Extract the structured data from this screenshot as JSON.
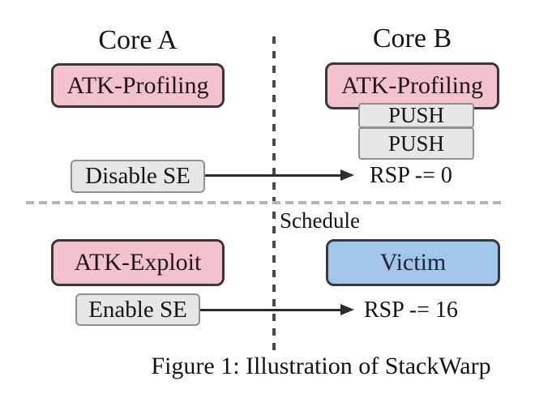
{
  "figure": {
    "caption": "Figure 1: Illustration of StackWarp",
    "schedule_label": "Schedule",
    "core_a": {
      "title": "Core A",
      "atk_profiling": "ATK-Profiling",
      "disable_se": "Disable SE",
      "atk_exploit": "ATK-Exploit",
      "enable_se": "Enable SE"
    },
    "core_b": {
      "title": "Core B",
      "atk_profiling": "ATK-Profiling",
      "push_top": "PUSH",
      "push_bottom": "PUSH",
      "rsp_zero": "RSP -= 0",
      "victim": "Victim",
      "rsp_sixteen": "RSP -= 16"
    },
    "colors": {
      "background": "#ffffff",
      "attacker_box_fill": "#f2c3cd",
      "attacker_box_border": "#40343a",
      "action_box_fill": "#e6e6e6",
      "action_box_border": "#8f8f8f",
      "victim_box_fill": "#a3c5ea",
      "victim_box_border": "#333a42",
      "arrow": "#2b2b2b",
      "divider_vertical": "#4a4a4a",
      "divider_horizontal": "#b5b5b5"
    }
  }
}
